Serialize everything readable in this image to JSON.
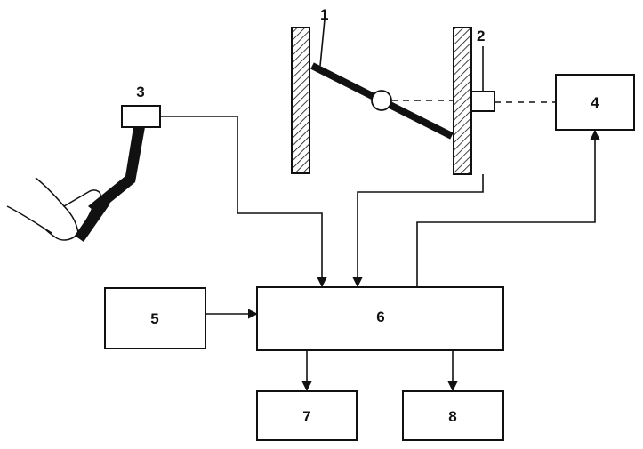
{
  "diagram": {
    "callouts": {
      "c1": "1",
      "c2": "2",
      "c3": "3"
    },
    "blocks": {
      "b4": "4",
      "b5": "5",
      "b6": "6",
      "b7": "7",
      "b8": "8"
    }
  }
}
